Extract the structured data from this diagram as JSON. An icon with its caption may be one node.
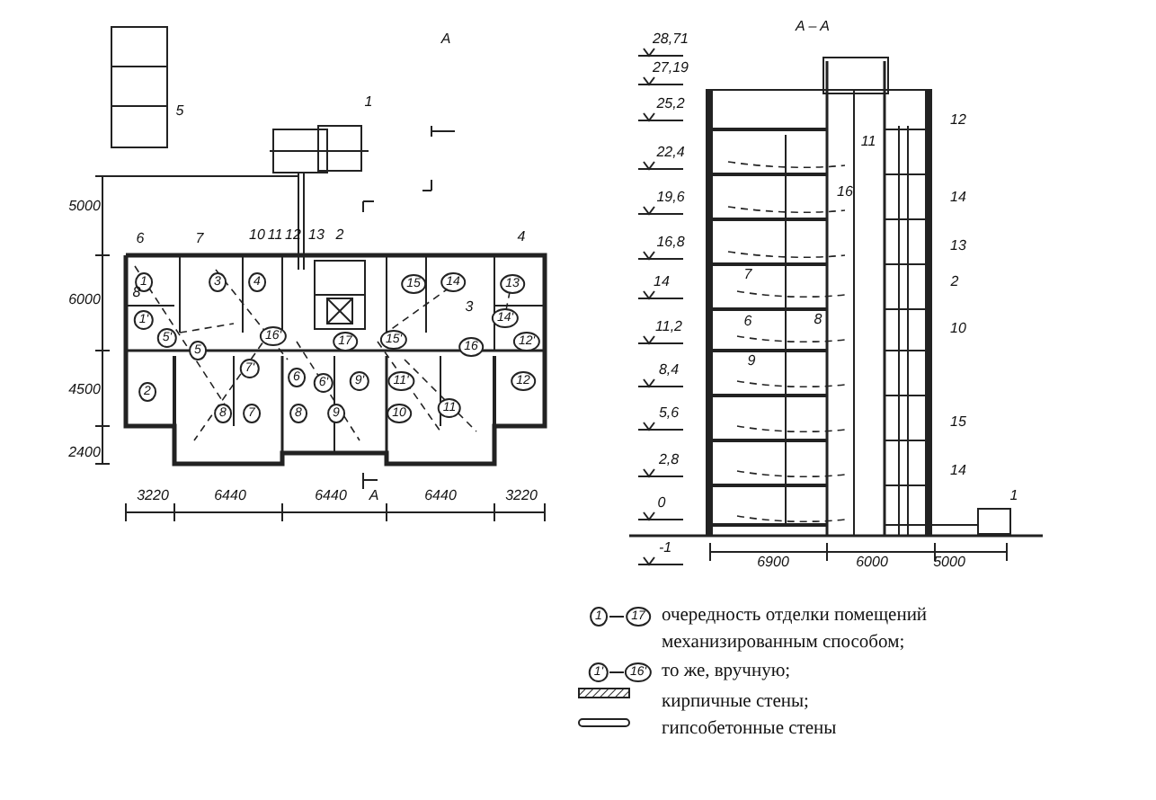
{
  "diagram": {
    "labels": [
      "A",
      "5",
      "1",
      "5000",
      "6000",
      "4500",
      "2400",
      "6",
      "7",
      "10",
      "11",
      "12",
      "13",
      "2",
      "4",
      "1",
      "3",
      "4",
      "15",
      "14",
      "13",
      "8",
      "1'",
      "5'",
      "5",
      "16'",
      "17",
      "15'",
      "16",
      "14'",
      "12'",
      "3",
      "7'",
      "6",
      "6'",
      "9'",
      "11'",
      "2",
      "12",
      "8",
      "7",
      "8",
      "9",
      "10",
      "11",
      "3220",
      "6440",
      "6440",
      "A",
      "6440",
      "3220",
      "A – A",
      "28,71",
      "27,19",
      "25,2",
      "22,4",
      "19,6",
      "16,8",
      "14",
      "11,2",
      "8,4",
      "5,6",
      "2,8",
      "0",
      "-1",
      "12",
      "11",
      "16",
      "14",
      "13",
      "7",
      "2",
      "6",
      "8",
      "10",
      "9",
      "15",
      "14",
      "1",
      "6900",
      "6000",
      "5000",
      "1",
      "17",
      "1'",
      "16'"
    ],
    "legend": [
      {
        "text": "очередность отделки помещений механизированным способом;"
      },
      {
        "text": "то же, вручную;"
      },
      {
        "text": "кирпичные стены;"
      },
      {
        "text": "гипсобетонные стены"
      }
    ]
  }
}
